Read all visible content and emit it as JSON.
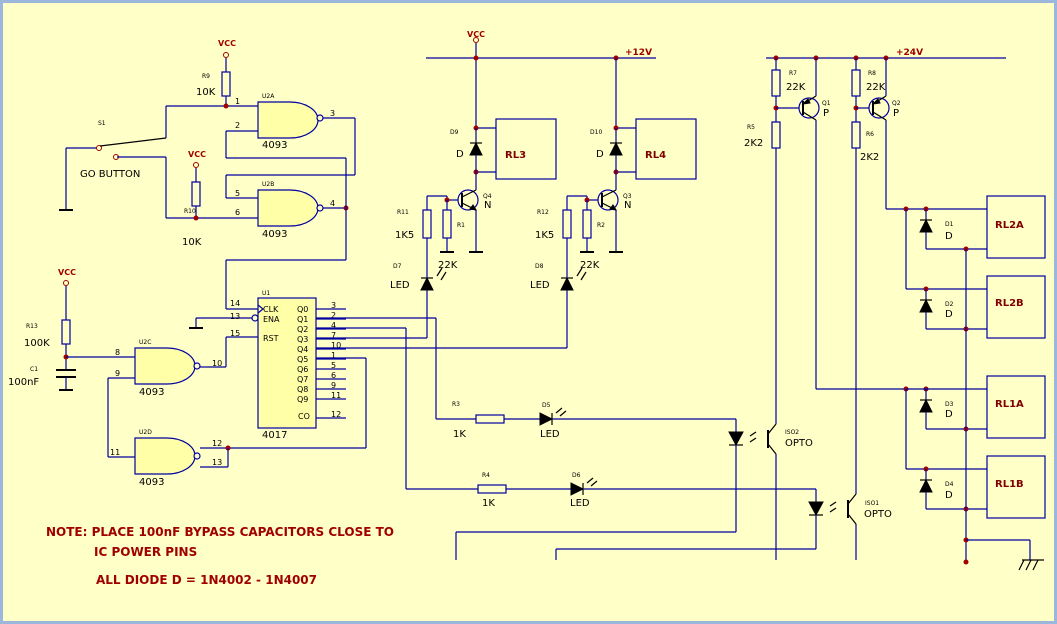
{
  "power": {
    "vcc": "VCC",
    "v12": "+12V",
    "v24": "+24V"
  },
  "note": {
    "line1": "NOTE: PLACE 100nF BYPASS CAPACITORS CLOSE TO",
    "line2": "IC POWER PINS",
    "line3": "ALL DIODE D = 1N4002 - 1N4007"
  },
  "resistors": {
    "R9": {
      "ref": "R9",
      "val": "10K"
    },
    "R10": {
      "ref": "R10",
      "val": "10K"
    },
    "R13": {
      "ref": "R13",
      "val": "100K"
    },
    "R11": {
      "ref": "R11",
      "val": "1K5"
    },
    "R1": {
      "ref": "R1",
      "val": "22K"
    },
    "R12": {
      "ref": "R12",
      "val": "1K5"
    },
    "R2": {
      "ref": "R2",
      "val": "22K"
    },
    "R3": {
      "ref": "R3",
      "val": "1K"
    },
    "R4": {
      "ref": "R4",
      "val": "1K"
    },
    "R7": {
      "ref": "R7",
      "val": "22K"
    },
    "R5": {
      "ref": "R5",
      "val": "2K2"
    },
    "R8": {
      "ref": "R8",
      "val": "22K"
    },
    "R6": {
      "ref": "R6",
      "val": "2K2"
    }
  },
  "cap": {
    "ref": "C1",
    "val": "100nF"
  },
  "switch": {
    "ref": "S1",
    "label": "GO BUTTON"
  },
  "gates": {
    "U2A": {
      "ref": "U2A",
      "val": "4093"
    },
    "U2B": {
      "ref": "U2B",
      "val": "4093"
    },
    "U2C": {
      "ref": "U2C",
      "val": "4093"
    },
    "U2D": {
      "ref": "U2D",
      "val": "4093"
    }
  },
  "counter": {
    "ref": "U1",
    "val": "4017",
    "clk": "CLK",
    "ena": "ENA",
    "rst": "RST",
    "co": "CO",
    "outputs": [
      "Q0",
      "Q1",
      "Q2",
      "Q3",
      "Q4",
      "Q5",
      "Q6",
      "Q7",
      "Q8",
      "Q9"
    ],
    "out_pins": [
      "3",
      "2",
      "4",
      "7",
      "10",
      "1",
      "5",
      "6",
      "9",
      "11"
    ],
    "co_pin": "12"
  },
  "pins": {
    "u2a1": "1",
    "u2a2": "2",
    "u2a3": "3",
    "u2b5": "5",
    "u2b6": "6",
    "u2b4": "4",
    "clk14": "14",
    "ena13": "13",
    "rst15": "15",
    "u2c8": "8",
    "u2c9": "9",
    "u2c10": "10",
    "u2d11": "11",
    "u2d12": "12",
    "u2d13": "13"
  },
  "transistors": {
    "Q4": {
      "ref": "Q4",
      "type": "N"
    },
    "Q3": {
      "ref": "Q3",
      "type": "N"
    },
    "Q1": {
      "ref": "Q1",
      "type": "P"
    },
    "Q2": {
      "ref": "Q2",
      "type": "P"
    }
  },
  "diodes": {
    "D9": {
      "ref": "D9",
      "val": "D"
    },
    "D10": {
      "ref": "D10",
      "val": "D"
    },
    "D1": {
      "ref": "D1",
      "val": "D"
    },
    "D2": {
      "ref": "D2",
      "val": "D"
    },
    "D3": {
      "ref": "D3",
      "val": "D"
    },
    "D4": {
      "ref": "D4",
      "val": "D"
    }
  },
  "leds": {
    "D7": {
      "ref": "D7",
      "val": "LED"
    },
    "D8": {
      "ref": "D8",
      "val": "LED"
    },
    "D5": {
      "ref": "D5",
      "val": "LED"
    },
    "D6": {
      "ref": "D6",
      "val": "LED"
    }
  },
  "optos": {
    "ISO2": {
      "ref": "ISO2",
      "val": "OPTO"
    },
    "ISO1": {
      "ref": "ISO1",
      "val": "OPTO"
    }
  },
  "relays": {
    "RL3": "RL3",
    "RL4": "RL4",
    "RL2A": "RL2A",
    "RL2B": "RL2B",
    "RL1A": "RL1A",
    "RL1B": "RL1B"
  }
}
